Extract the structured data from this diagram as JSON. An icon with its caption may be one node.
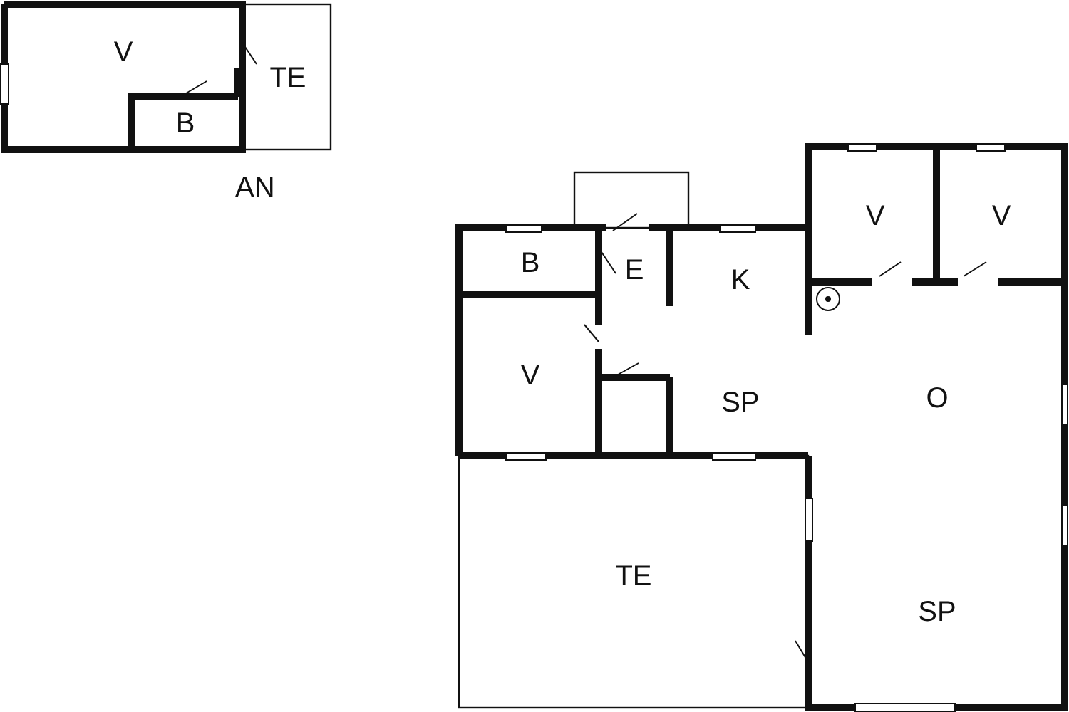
{
  "diagram": {
    "nodes": [
      {
        "text": [
          "V"
        ]
      },
      {
        "text": [
          "B"
        ]
      },
      {
        "text": [
          "TE"
        ]
      },
      {
        "text": [
          "V"
        ]
      },
      {
        "text": [
          "V"
        ]
      },
      {
        "text": [
          "B"
        ]
      },
      {
        "text": [
          "E"
        ]
      },
      {
        "text": [
          "K"
        ]
      },
      {
        "text": [
          "V"
        ]
      },
      {
        "text": [
          "SP"
        ]
      },
      {
        "text": [
          "O"
        ]
      },
      {
        "text": [
          "TE"
        ]
      },
      {
        "text": [
          "SP"
        ]
      }
    ],
    "labels": [
      "AN"
    ]
  }
}
